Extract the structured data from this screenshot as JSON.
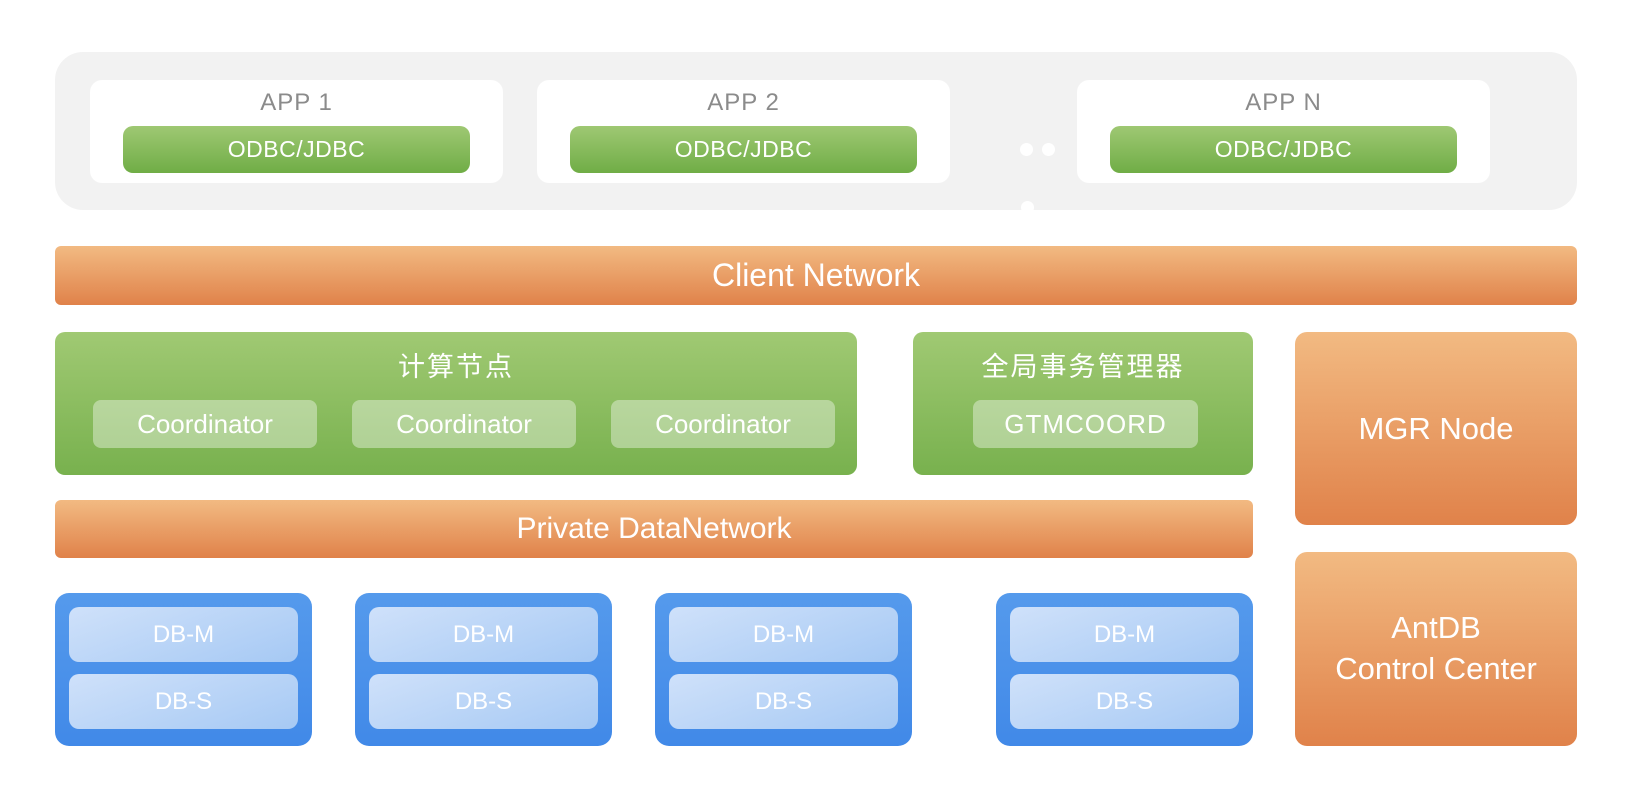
{
  "colors": {
    "gray_container": "#f2f2f2",
    "app_title_gray": "#8b8b8b",
    "green_top": "#a0c973",
    "green_bottom": "#78b14e",
    "orange_top": "#f2ba82",
    "orange_bottom": "#e0824a",
    "blue_frame": "#4a90e9",
    "blue_inner_top": "#cfe1fa",
    "blue_inner_bottom": "#a6c9f4",
    "text_white": "#ffffff"
  },
  "app_layer": {
    "cards": [
      {
        "title": "APP 1",
        "button": "ODBC/JDBC"
      },
      {
        "title": "APP 2",
        "button": "ODBC/JDBC"
      },
      {
        "title": "APP N",
        "button": "ODBC/JDBC"
      }
    ]
  },
  "client_network": {
    "label": "Client Network"
  },
  "compute_node": {
    "title": "计算节点",
    "coordinators": [
      "Coordinator",
      "Coordinator",
      "Coordinator"
    ]
  },
  "gtm": {
    "title": "全局事务管理器",
    "button": "GTMCOORD"
  },
  "mgr_node": {
    "label": "MGR Node"
  },
  "private_network": {
    "label": "Private DataNetwork"
  },
  "db_groups": [
    {
      "master": "DB-M",
      "standby": "DB-S"
    },
    {
      "master": "DB-M",
      "standby": "DB-S"
    },
    {
      "master": "DB-M",
      "standby": "DB-S"
    },
    {
      "master": "DB-M",
      "standby": "DB-S"
    }
  ],
  "control_center": {
    "line1": "AntDB",
    "line2": "Control Center"
  }
}
